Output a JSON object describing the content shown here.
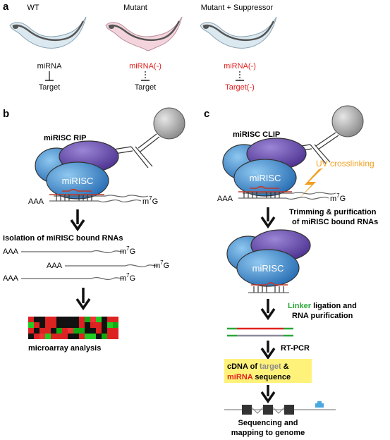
{
  "panel_a": {
    "letter": "a",
    "worms": [
      {
        "title": "WT",
        "mirna": "miRNA",
        "target": "Target",
        "body_color": "#dbe8ef",
        "text_color_mirna": "#111111",
        "text_color_target": "#111111"
      },
      {
        "title": "Mutant",
        "mirna": "miRNA(-)",
        "target": "Target",
        "body_color": "#f4d4dc",
        "text_color_mirna": "#e0221f",
        "text_color_target": "#111111"
      },
      {
        "title": "Mutant + Suppressor",
        "mirna": "miRNA(-)",
        "target": "Target(-)",
        "body_color": "#dbe8ef",
        "text_color_mirna": "#e0221f",
        "text_color_target": "#e0221f"
      }
    ]
  },
  "panel_b": {
    "letter": "b",
    "title": "miRISC RIP",
    "complex_label": "miRISC",
    "poly_a": "AAA",
    "cap_m": "m",
    "cap_7": "7",
    "cap_g": "G",
    "isolation_label": "isolation of miRISC bound RNAs",
    "microarray_label": "microarray analysis"
  },
  "panel_c": {
    "letter": "c",
    "title": "miRISC CLIP",
    "complex_label": "miRISC",
    "complex_label_2": "miRISC",
    "uv_label": "UV crosslinking",
    "poly_a": "AAA",
    "cap_m": "m",
    "cap_7": "7",
    "cap_g": "G",
    "trim_line1": "Trimming & purification",
    "trim_line2": "of miRISC bound RNAs",
    "linker_word": "Linker",
    "linker_rest": " ligation and",
    "linker_line2": "RNA purification",
    "rtpcr": "RT-PCR",
    "cdna_1a": "cDNA of ",
    "cdna_1b": "target",
    "cdna_1c": " &",
    "cdna_2a": "miRNA",
    "cdna_2b": " sequence",
    "seq_line1": "Sequencing and",
    "seq_line2": "mapping to genome"
  },
  "colors": {
    "red": "#e0221f",
    "orange": "#f0a020",
    "green": "#2aa838",
    "highlight": "#fff27a",
    "blue_protein": "#3c86c8",
    "purple_protein": "#6a4aa8",
    "antibody": "#999999",
    "ladder_red": "#c0392b"
  }
}
